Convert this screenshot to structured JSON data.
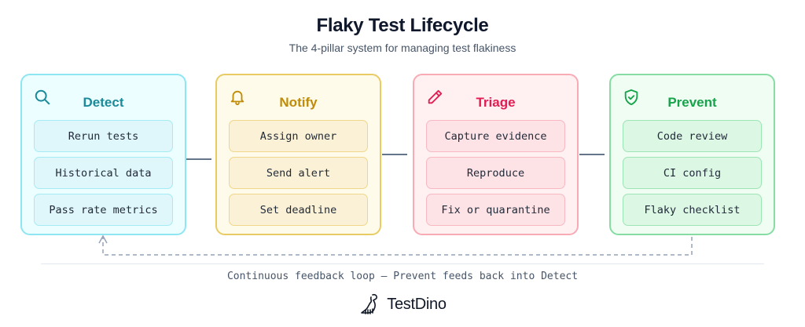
{
  "header": {
    "title": "Flaky Test Lifecycle",
    "subtitle": "The 4-pillar system for managing test flakiness"
  },
  "pillars": [
    {
      "name": "Detect",
      "icon": "search-icon",
      "color": "#1b8a9a",
      "items": [
        "Rerun tests",
        "Historical data",
        "Pass rate metrics"
      ]
    },
    {
      "name": "Notify",
      "icon": "bell-icon",
      "color": "#c08b06",
      "items": [
        "Assign owner",
        "Send alert",
        "Set deadline"
      ]
    },
    {
      "name": "Triage",
      "icon": "pencil-icon",
      "color": "#e11d52",
      "items": [
        "Capture evidence",
        "Reproduce",
        "Fix or quarantine"
      ]
    },
    {
      "name": "Prevent",
      "icon": "shield-check-icon",
      "color": "#16a34a",
      "items": [
        "Code review",
        "CI config",
        "Flaky checklist"
      ]
    }
  ],
  "footer": {
    "caption": "Continuous feedback loop — Prevent feeds back into Detect",
    "brand": "TestDino"
  }
}
